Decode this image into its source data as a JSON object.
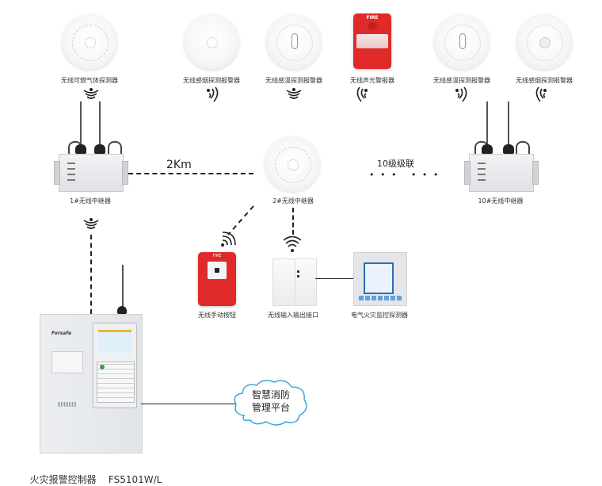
{
  "devices_top": [
    {
      "label": "无线可燃气体探测器",
      "type": "gas-detector"
    },
    {
      "label": "无线感烟探测报警器",
      "type": "smoke-detector"
    },
    {
      "label": "无线感温探测报警器",
      "type": "heat-detector"
    },
    {
      "label": "无线声光警报器",
      "type": "sound-light-alarm",
      "badge": "FIRE"
    },
    {
      "label": "无线感温探测报警器",
      "type": "heat-detector"
    },
    {
      "label": "无线感烟探测报警器",
      "type": "smoke-detector"
    }
  ],
  "repeaters": [
    {
      "label": "1#无线中继器"
    },
    {
      "label": "2#无线中继器"
    },
    {
      "label": "10#无线中继器"
    }
  ],
  "links": {
    "distance": "2Km",
    "cascade": "10级级联",
    "dots": "• • •   • • •"
  },
  "devices_mid": [
    {
      "label": "无线手动按钮",
      "badge": "FIRE"
    },
    {
      "label": "无线输入输出接口"
    },
    {
      "label": "电气火灾监控探测器"
    }
  ],
  "controller": {
    "label": "火灾报警控制器",
    "model": "FS5101W/L",
    "brand": "Forsafe"
  },
  "cloud": {
    "line1": "智慧消防",
    "line2": "管理平台"
  },
  "colors": {
    "fire_red": "#e02a2a",
    "cloud_stroke": "#3aa7d6",
    "line": "#222222"
  }
}
